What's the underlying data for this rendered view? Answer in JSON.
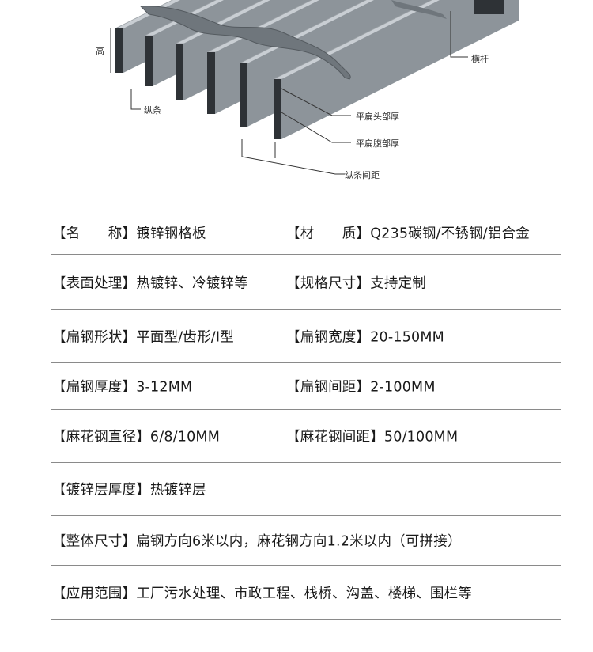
{
  "diagram": {
    "labels": {
      "height": "高",
      "crossbar": "横杆",
      "bearing_bar": "纵条",
      "head_thickness": "平扁头部厚",
      "web_thickness": "平扁腹部厚",
      "bar_spacing": "纵条间距"
    },
    "colors": {
      "bar_face": "#2e3236",
      "bar_top": "#c9ced3",
      "bar_side": "#8d949a",
      "twist": "#6f767c",
      "line": "#333333"
    }
  },
  "specs": {
    "rows": [
      {
        "left": "【名　　称】镀锌钢格板",
        "right": "【材　　质】Q235碳钢/不锈钢/铝合金"
      },
      {
        "left": "【表面处理】热镀锌、冷镀锌等",
        "right": "【规格尺寸】支持定制"
      },
      {
        "left": "【扁钢形状】平面型/齿形/I型",
        "right": "【扁钢宽度】20-150MM"
      },
      {
        "left": "【扁钢厚度】3-12MM",
        "right": "【扁钢间距】2-100MM"
      },
      {
        "left": "【麻花钢直径】6/8/10MM",
        "right": "【麻花钢间距】50/100MM"
      },
      {
        "left": "【镀锌层厚度】热镀锌层",
        "right": ""
      },
      {
        "left": "【整体尺寸】扁钢方向6米以内，麻花钢方向1.2米以内（可拼接）",
        "right": ""
      },
      {
        "left": "【应用范围】工厂污水处理、市政工程、栈桥、沟盖、楼梯、围栏等",
        "right": ""
      }
    ]
  }
}
